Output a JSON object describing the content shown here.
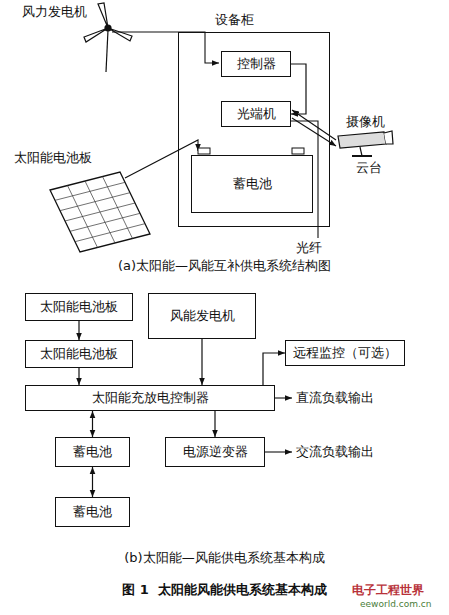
{
  "diagram": {
    "caption": "图 1  太阳能风能供电系统基本构成",
    "nodes": [
      {
        "text": [
          "设备柜"
        ]
      },
      {
        "text": [
          "控制器"
        ],
        "in": 0
      },
      {
        "text": [
          "光端机"
        ],
        "in": 0
      },
      {
        "text": [
          "蓄电池"
        ],
        "in": 0
      },
      {
        "text": [
          "太阳能电池板"
        ]
      },
      {
        "text": [
          "太阳能电池板"
        ]
      },
      {
        "text": [
          "风能发电机"
        ]
      },
      {
        "text": [
          "远程监控（可选）"
        ]
      },
      {
        "text": [
          "太阳能充放电控制器"
        ]
      },
      {
        "text": [
          "蓄电池"
        ]
      },
      {
        "text": [
          "电源逆变器"
        ]
      },
      {
        "text": [
          "蓄电池"
        ]
      }
    ],
    "edges": [
      {
        "from": 1,
        "to": 2,
        "arrow": "to"
      },
      {
        "from": 4,
        "to": 5,
        "arrow": "to"
      },
      {
        "from": 5,
        "to": 8,
        "arrow": "to"
      },
      {
        "from": 6,
        "to": 8,
        "arrow": "to"
      },
      {
        "from": 8,
        "to": 7,
        "arrow": "to"
      },
      {
        "from": 8,
        "to": 9,
        "arrow": "both"
      },
      {
        "from": 9,
        "to": 11,
        "arrow": "both"
      },
      {
        "from": 8,
        "to": 10,
        "arrow": "to"
      }
    ],
    "labels": [
      "风力发电机",
      "太阳能电池板",
      "摄像机",
      "云台",
      "光纤",
      "(a)太阳能—风能互补供电系统结构图",
      "直流负载输出",
      "交流负载输出",
      "(b)太阳能—风能供电系统基本构成",
      "电子工程世界",
      "eeworld.com.cn"
    ]
  }
}
